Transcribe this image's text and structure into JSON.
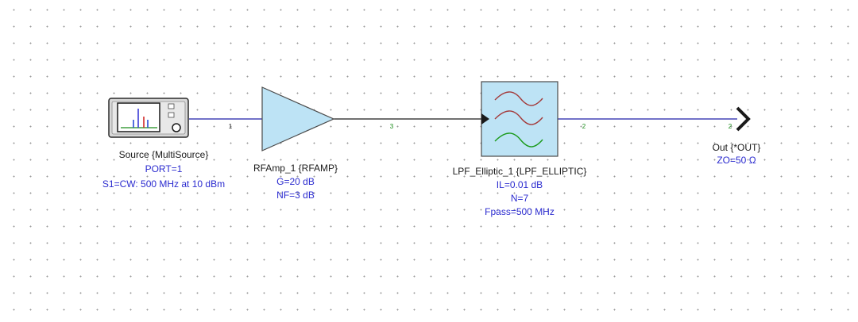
{
  "colors": {
    "wire": "#1f1fa8",
    "wire_dark": "#1a1a1a",
    "amp_fill": "#bde3f5",
    "filter_fill": "#bde3f5",
    "node_label": "#1a8c1a",
    "param_text": "#2b2bcf"
  },
  "components": {
    "source": {
      "icon": "multisource-spectrum-icon",
      "name": "Source {MultiSource}",
      "params": [
        "PORT=1",
        "S1=CW: 500 MHz at 10 dBm"
      ]
    },
    "amplifier": {
      "icon": "amplifier-triangle-icon",
      "name": "RFAmp_1 {RFAMP}",
      "params": [
        "G=20 dB",
        "NF=3 dB"
      ]
    },
    "filter": {
      "icon": "lowpass-filter-icon",
      "name": "LPF_Elliptic_1 {LPF_ELLIPTIC}",
      "params": [
        "IL=0.01 dB",
        "N=7",
        "Fpass=500 MHz"
      ]
    },
    "output": {
      "icon": "output-port-arrow-icon",
      "name": "Out {*OUT}",
      "params": [
        "ZO=50 Ω"
      ]
    }
  },
  "nodes": {
    "n1": "1",
    "n3": "3",
    "n2a": "2",
    "n2b": "2"
  }
}
